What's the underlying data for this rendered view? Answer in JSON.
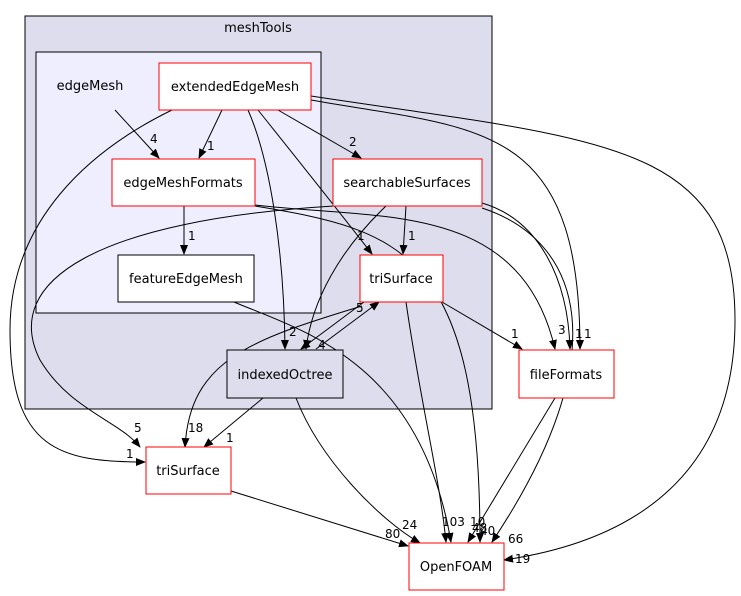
{
  "colors": {
    "outer_cluster_fill": "#ddddee",
    "inner_cluster_fill": "#eeeeff",
    "cluster_stroke": "#000000",
    "node_stroke_red": "#ff0000",
    "node_stroke_black": "#000000",
    "edge": "#000000"
  },
  "clusters": {
    "meshTools": "meshTools",
    "edgeMesh": "edgeMesh"
  },
  "nodes": {
    "extendedEdgeMesh": "extendedEdgeMesh",
    "edgeMeshFormats": "edgeMeshFormats",
    "featureEdgeMesh": "featureEdgeMesh",
    "searchableSurfaces": "searchableSurfaces",
    "triSurfaceInner": "triSurface",
    "indexedOctree": "indexedOctree",
    "fileFormats": "fileFormats",
    "triSurfaceOuter": "triSurface",
    "OpenFOAM": "OpenFOAM"
  },
  "edge_labels": {
    "em_to_emf": "4",
    "eem_to_emf": "1",
    "eem_to_ss": "2",
    "emf_to_fem": "1",
    "eem_to_tsi": "1",
    "ss_to_tsi": "1",
    "eem_to_io": "2",
    "tsi_to_io": "4",
    "io_to_tsi": "5",
    "tsi_to_ff": "1",
    "emf_to_ff": "3",
    "ss_to_ff": "1",
    "eem_to_ff": "1",
    "ss_to_tso": "5",
    "tsi_to_tso": "18",
    "io_to_tso": "1",
    "eem_to_tso": "1",
    "tso_to_of": "80",
    "io_to_of": "24",
    "tsi_to_of": "103",
    "fem_to_of": "48",
    "emf_to_of": "40",
    "ss_to_of": "66",
    "eem_to_of": "19",
    "ff_to_of": "10"
  }
}
